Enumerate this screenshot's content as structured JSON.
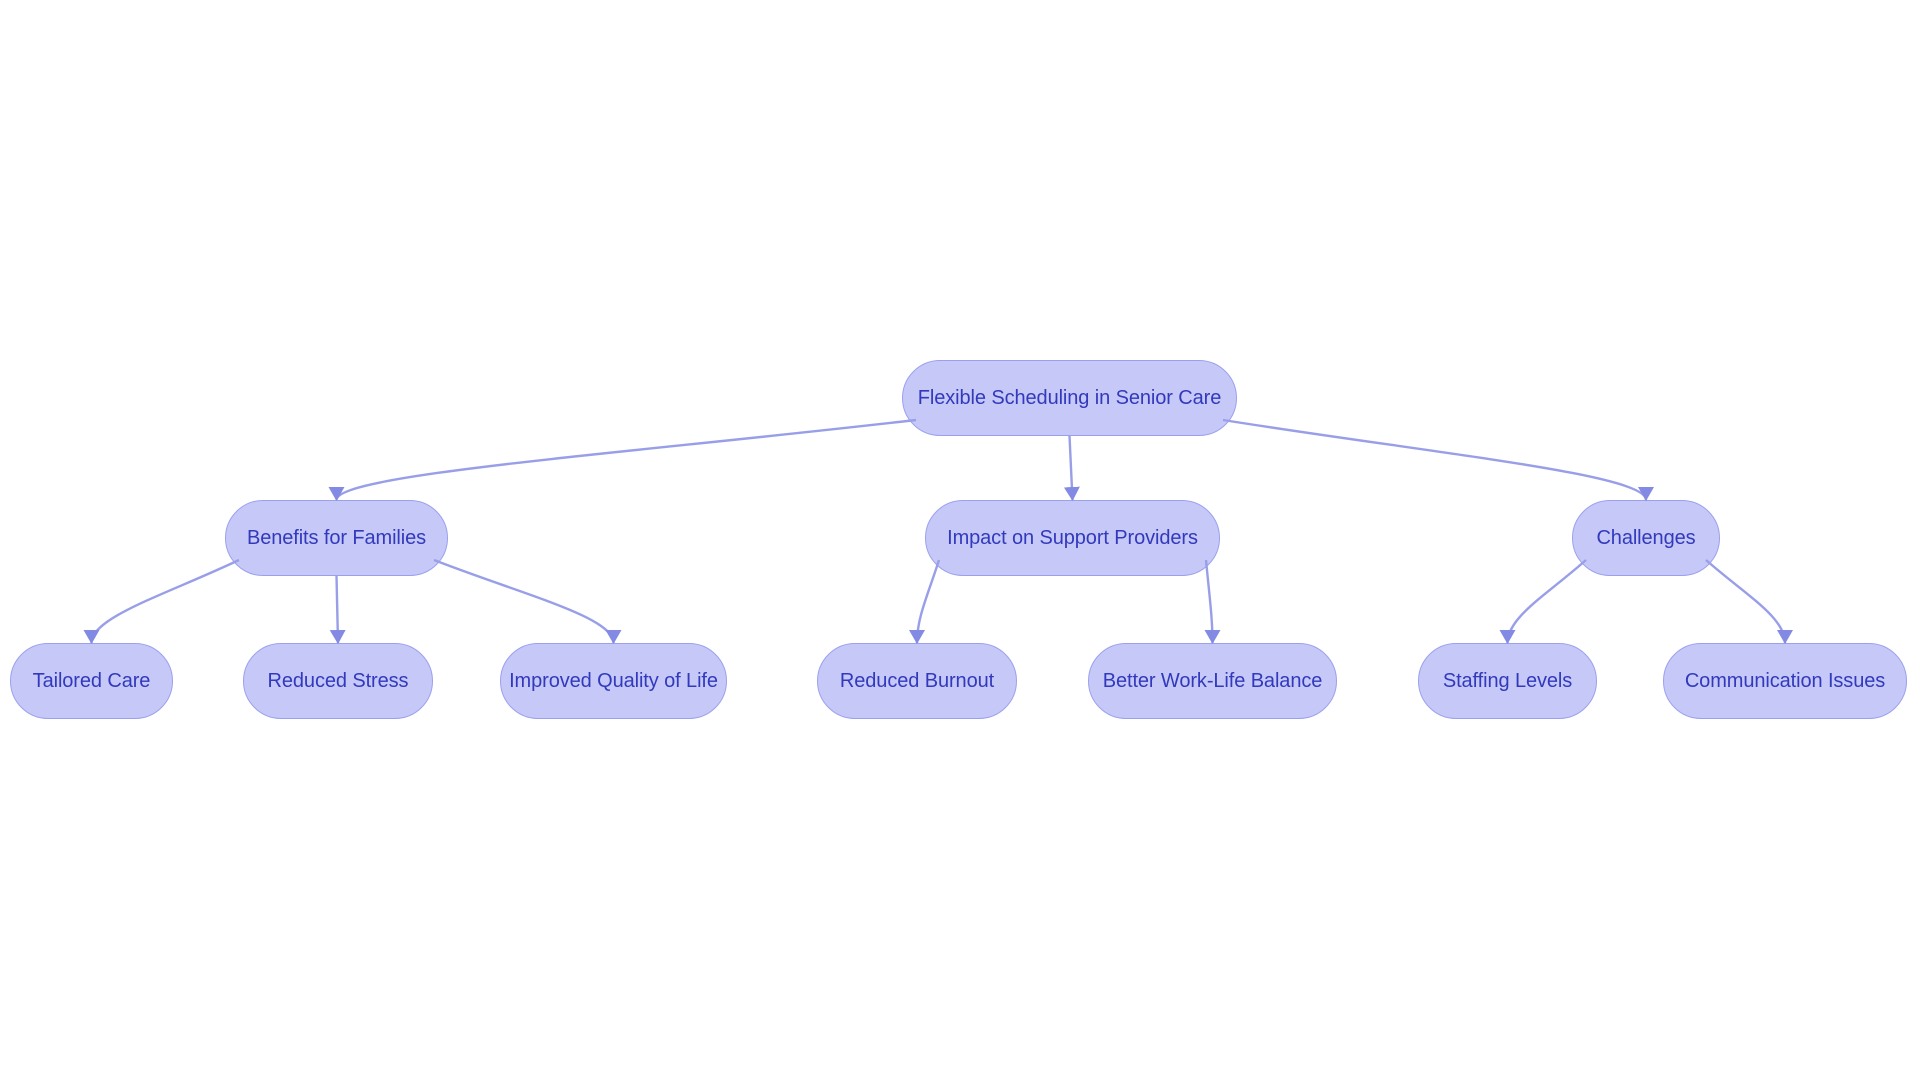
{
  "diagram": {
    "type": "flowchart-top-down",
    "nodes": {
      "root": {
        "label": "Flexible Scheduling in Senior Care"
      },
      "benefits": {
        "label": "Benefits for Families"
      },
      "impact": {
        "label": "Impact on Support Providers"
      },
      "challenges": {
        "label": "Challenges"
      },
      "tailored_care": {
        "label": "Tailored Care"
      },
      "reduced_stress": {
        "label": "Reduced Stress"
      },
      "improved_quality": {
        "label": "Improved Quality of Life"
      },
      "reduced_burnout": {
        "label": "Reduced Burnout"
      },
      "work_life_balance": {
        "label": "Better Work-Life Balance"
      },
      "staffing_levels": {
        "label": "Staffing Levels"
      },
      "communication_issues": {
        "label": "Communication Issues"
      }
    },
    "edges": [
      {
        "from": "root",
        "to": "benefits"
      },
      {
        "from": "root",
        "to": "impact"
      },
      {
        "from": "root",
        "to": "challenges"
      },
      {
        "from": "benefits",
        "to": "tailored_care"
      },
      {
        "from": "benefits",
        "to": "reduced_stress"
      },
      {
        "from": "benefits",
        "to": "improved_quality"
      },
      {
        "from": "impact",
        "to": "reduced_burnout"
      },
      {
        "from": "impact",
        "to": "work_life_balance"
      },
      {
        "from": "challenges",
        "to": "staffing_levels"
      },
      {
        "from": "challenges",
        "to": "communication_issues"
      }
    ],
    "colors": {
      "background": "#ffffff",
      "node_fill": "#c6c9f7",
      "node_border": "#9ba0ee",
      "text": "#3239bd",
      "edge": "#999ee9",
      "arrowhead": "#838ae3"
    }
  }
}
